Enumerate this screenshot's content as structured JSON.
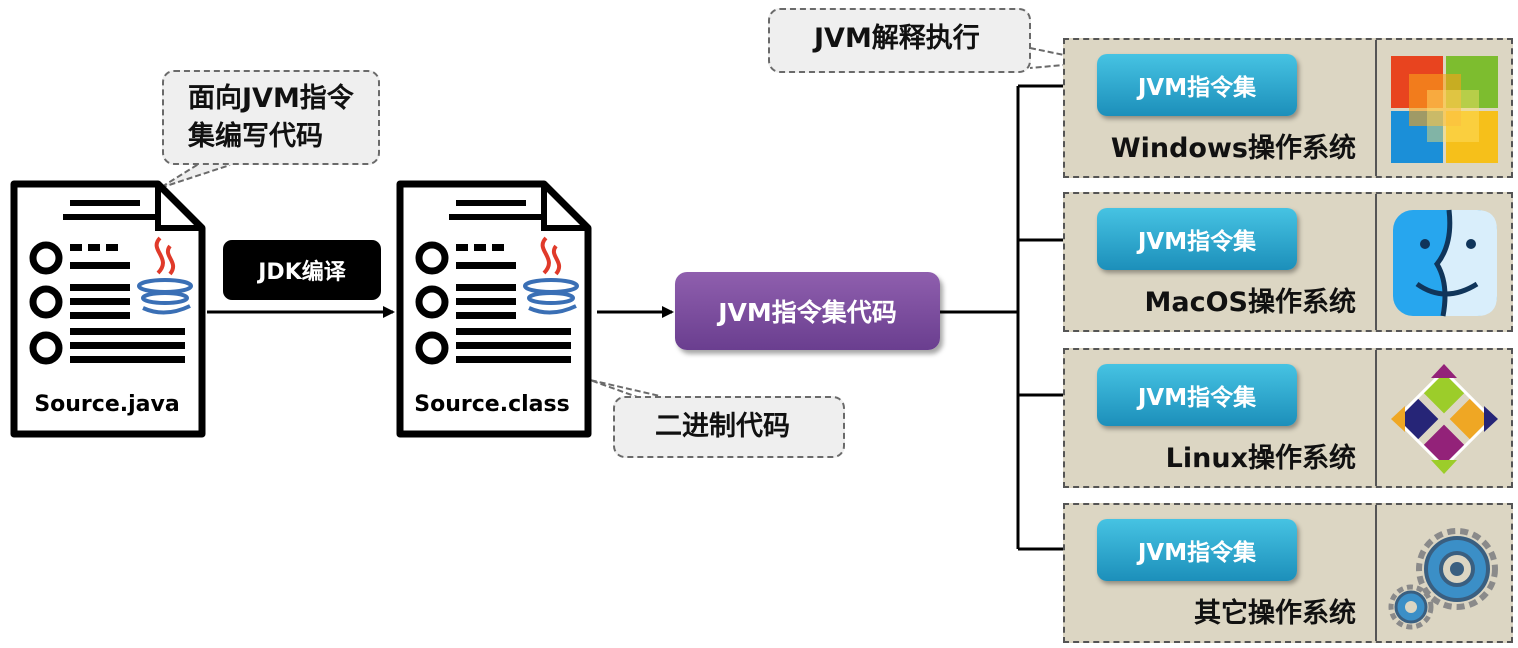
{
  "callouts": {
    "top_left": [
      "面向JVM指令",
      "集编写代码"
    ],
    "binary": "二进制代码",
    "interpret": "JVM解释执行"
  },
  "files": {
    "source": "Source.java",
    "class": "Source.class"
  },
  "compile_label": "JDK编译",
  "jvm_code_label": "JVM指令集代码",
  "os_targets": [
    {
      "jvm_label": "JVM指令集",
      "os_name": "Windows操作系统",
      "icon": "windows-logo-icon"
    },
    {
      "jvm_label": "JVM指令集",
      "os_name": "MacOS操作系统",
      "icon": "macos-finder-icon"
    },
    {
      "jvm_label": "JVM指令集",
      "os_name": "Linux操作系统",
      "icon": "linux-centos-icon"
    },
    {
      "jvm_label": "JVM指令集",
      "os_name": "其它操作系统",
      "icon": "gears-icon"
    }
  ],
  "colors": {
    "jvm_code": "#7b4c9e",
    "jvm_button": "#2aa6cf",
    "os_panel": "#dcd6c3"
  }
}
